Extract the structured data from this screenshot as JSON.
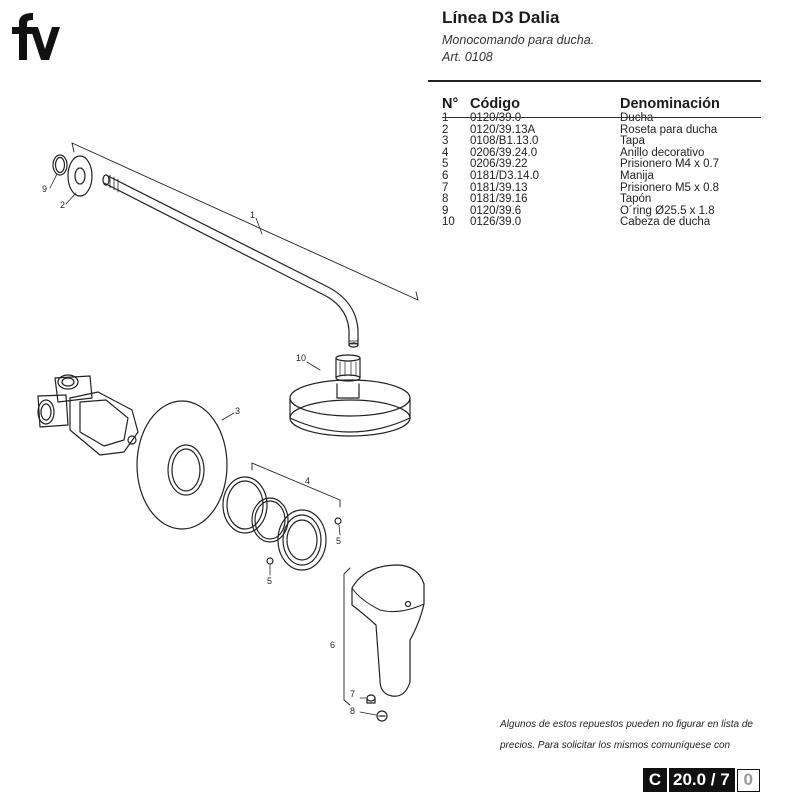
{
  "header": {
    "title": "Línea D3 Dalia",
    "subtitle": "Monocomando para ducha.",
    "article": "Art. 0108"
  },
  "parts_table": {
    "columns": [
      "N°",
      "Código",
      "Denominación"
    ],
    "rows": [
      {
        "n": "1",
        "codigo": "0120/39.0",
        "denominacion": "Ducha"
      },
      {
        "n": "2",
        "codigo": "0120/39.13A",
        "denominacion": "Roseta para ducha"
      },
      {
        "n": "3",
        "codigo": "0108/B1.13.0",
        "denominacion": "Tapa"
      },
      {
        "n": "4",
        "codigo": "0206/39.24.0",
        "denominacion": "Anillo decorativo"
      },
      {
        "n": "5",
        "codigo": "0206/39.22",
        "denominacion": "Prisionero M4 x 0.7"
      },
      {
        "n": "6",
        "codigo": "0181/D3.14.0",
        "denominacion": "Manija"
      },
      {
        "n": "7",
        "codigo": "0181/39.13",
        "denominacion": "Prisionero M5 x 0.8"
      },
      {
        "n": "8",
        "codigo": "0181/39.16",
        "denominacion": "Tapón"
      },
      {
        "n": "9",
        "codigo": "0120/39.6",
        "denominacion": "O´ring Ø25.5 x 1.8"
      },
      {
        "n": "10",
        "codigo": "0126/39.0",
        "denominacion": "Cabeza de ducha"
      }
    ]
  },
  "drawing": {
    "callouts": {
      "c1": "1",
      "c2": "2",
      "c3": "3",
      "c4": "4",
      "c5a": "5",
      "c5b": "5",
      "c6": "6",
      "c7": "7",
      "c8": "8",
      "c9": "9",
      "c10": "10"
    }
  },
  "note": {
    "line1": "Algunos de estos repuestos pueden no figurar en lista de",
    "line2": "precios. Para solicitar los mismos comuníquese con"
  },
  "page_code": {
    "letter": "C",
    "number": "20.0 / 7",
    "revision": "0"
  },
  "colors": {
    "ink": "#1a1a1a",
    "rule": "#222222"
  },
  "icons": {
    "logo": "fv-logo"
  }
}
